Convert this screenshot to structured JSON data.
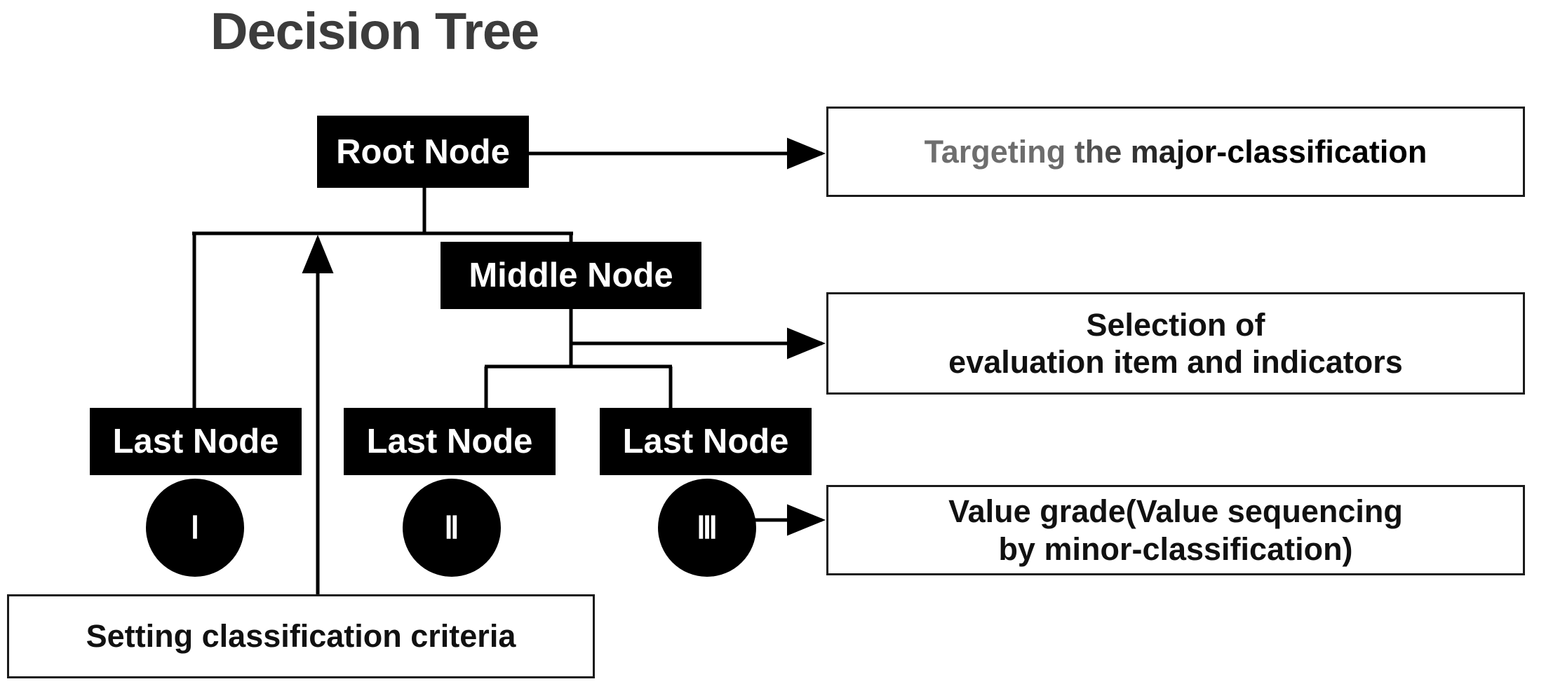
{
  "page": {
    "title": "Decision Tree",
    "background": "#ffffff",
    "ink": "#000000",
    "title_color": "#3c3c3c"
  },
  "tree": {
    "root": {
      "label": "Root Node"
    },
    "middle": {
      "label": "Middle Node"
    },
    "leaves": [
      {
        "label": "Last Node",
        "badge": "Ⅰ"
      },
      {
        "label": "Last Node",
        "badge": "Ⅱ"
      },
      {
        "label": "Last Node",
        "badge": "Ⅲ"
      }
    ]
  },
  "annotations": {
    "major": {
      "text": "Targeting the major-classification"
    },
    "selection": {
      "line1": "Selection of",
      "line2": "evaluation item and indicators"
    },
    "value": {
      "line1": "Value grade(Value sequencing",
      "line2": "by minor-classification)"
    },
    "criteria": {
      "text": "Setting classification criteria"
    }
  },
  "chart_data": {
    "type": "diagram",
    "title": "Decision Tree",
    "nodes": [
      {
        "id": "root",
        "label": "Root Node",
        "kind": "box",
        "level": 0
      },
      {
        "id": "leaf1",
        "label": "Last Node",
        "kind": "box",
        "level": 2
      },
      {
        "id": "middle",
        "label": "Middle Node",
        "kind": "box",
        "level": 1
      },
      {
        "id": "leaf2",
        "label": "Last Node",
        "kind": "box",
        "level": 2
      },
      {
        "id": "leaf3",
        "label": "Last Node",
        "kind": "box",
        "level": 2
      },
      {
        "id": "badge1",
        "label": "Ⅰ",
        "kind": "circle",
        "level": 3
      },
      {
        "id": "badge2",
        "label": "Ⅱ",
        "kind": "circle",
        "level": 3
      },
      {
        "id": "badge3",
        "label": "Ⅲ",
        "kind": "circle",
        "level": 3
      },
      {
        "id": "major",
        "label": "Targeting the major-classification",
        "kind": "outline-box"
      },
      {
        "id": "selection",
        "label": "Selection of evaluation item and indicators",
        "kind": "outline-box"
      },
      {
        "id": "value",
        "label": "Value grade(Value sequencing by minor-classification)",
        "kind": "outline-box"
      },
      {
        "id": "criteria",
        "label": "Setting classification criteria",
        "kind": "outline-box"
      }
    ],
    "edges": [
      {
        "from": "root",
        "to": "leaf1",
        "style": "elbow"
      },
      {
        "from": "root",
        "to": "middle",
        "style": "elbow"
      },
      {
        "from": "middle",
        "to": "leaf2",
        "style": "elbow"
      },
      {
        "from": "middle",
        "to": "leaf3",
        "style": "elbow"
      },
      {
        "from": "root",
        "to": "major",
        "style": "arrow"
      },
      {
        "from": "middle",
        "to": "selection",
        "style": "arrow"
      },
      {
        "from": "badge3",
        "to": "value",
        "style": "arrow"
      },
      {
        "from": "criteria",
        "to": "root",
        "style": "arrow-up"
      }
    ]
  }
}
